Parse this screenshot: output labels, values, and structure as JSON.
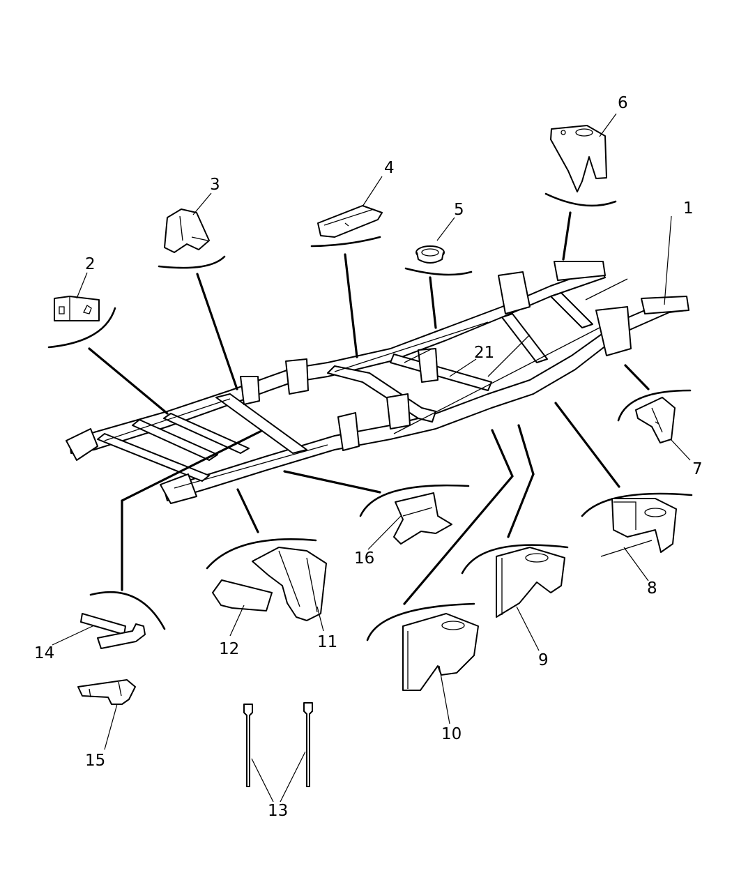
{
  "callouts": {
    "c1": "1",
    "c2": "2",
    "c3": "3",
    "c4": "4",
    "c5": "5",
    "c6": "6",
    "c7": "7",
    "c8": "8",
    "c9": "9",
    "c10": "10",
    "c11": "11",
    "c12": "12",
    "c13": "13",
    "c14": "14",
    "c15": "15",
    "c16": "16",
    "c21": "21"
  }
}
